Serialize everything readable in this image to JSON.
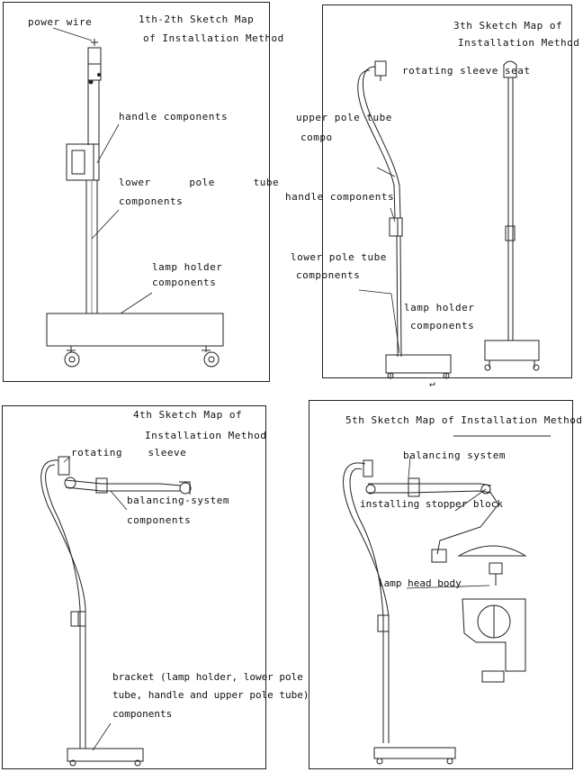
{
  "panels": [
    {
      "title_line1": "1th-2th Sketch Map",
      "title_line2": "of Installation Method",
      "labels": {
        "power_wire": "power wire",
        "handle": "handle components",
        "lower_pole_1": "lower      pole      tube",
        "lower_pole_2": "components",
        "lamp_holder_1": "lamp holder",
        "lamp_holder_2": "components"
      }
    },
    {
      "title_line1": "3th Sketch Map of",
      "title_line2": "Installation Method",
      "labels": {
        "rotating_seat": "rotating sleeve seat",
        "upper_pole_1": "upper pole tube",
        "upper_pole_2": "compo",
        "handle": "handle components",
        "lower_pole_1": "lower pole tube",
        "lower_pole_2": "components",
        "lamp_holder_1": "lamp holder",
        "lamp_holder_2": "components",
        "return_mark": "↵"
      }
    },
    {
      "title_line1": "4th Sketch Map of",
      "title_line2": "Installation Method",
      "labels": {
        "rotating_sleeve": "rotating    sleeve",
        "balancing_1": "balancing-system",
        "balancing_2": "components",
        "bracket_1": "bracket (lamp holder, lower pole",
        "bracket_2": "tube, handle and upper pole tube)",
        "bracket_3": "components"
      }
    },
    {
      "title_line1": "5th Sketch Map of Installation Method",
      "labels": {
        "balancing": "balancing system",
        "stopper": "installing stopper block",
        "lamp_head": "lamp head body"
      }
    }
  ]
}
